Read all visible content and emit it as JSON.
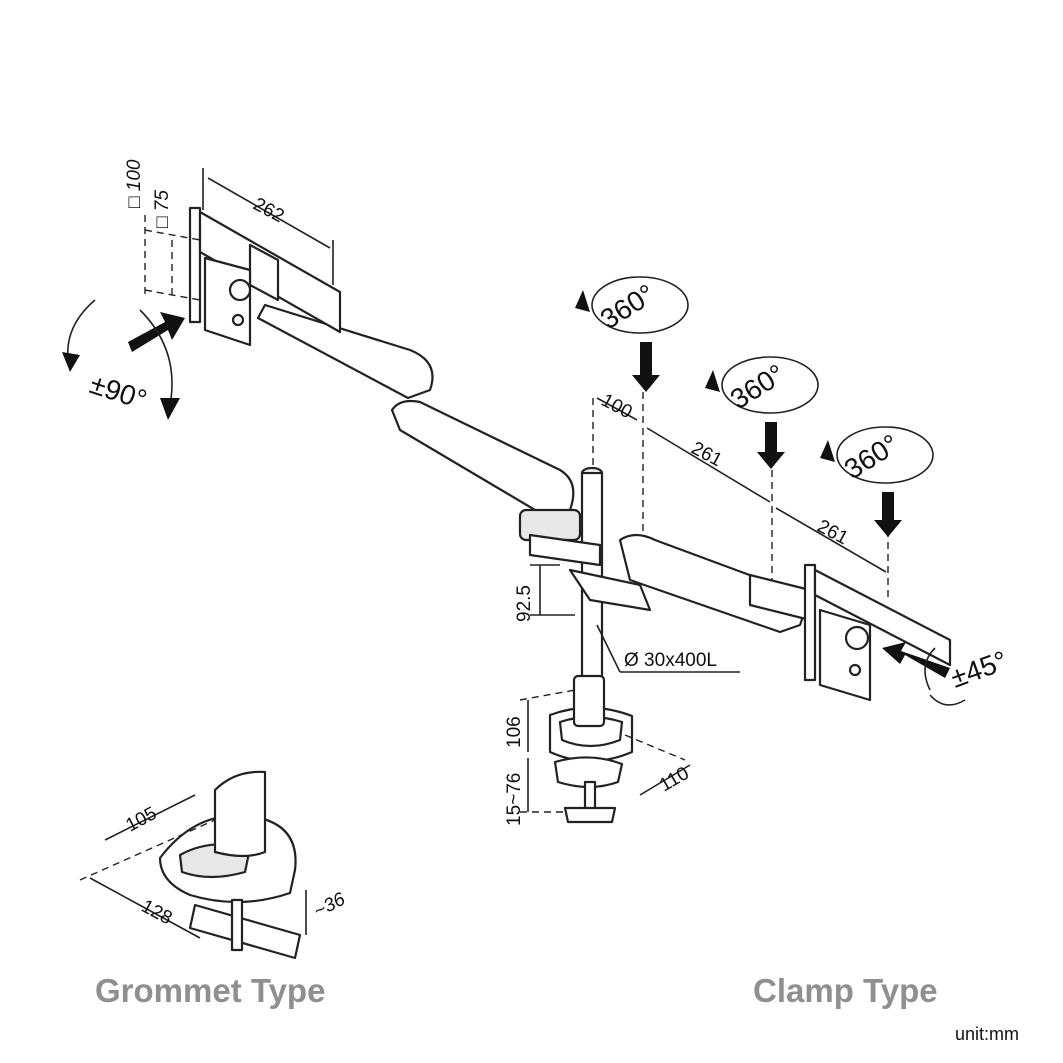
{
  "dimensions": {
    "vesa_100": "□ 100",
    "vesa_75": "□ 75",
    "width_262": "262",
    "offset_100": "100",
    "arm1_261": "261",
    "arm2_261": "261",
    "height_92_5": "92.5",
    "pole": "Ø 30x400L",
    "base_106": "106",
    "clamp_range": "15~76",
    "clamp_110": "110",
    "grommet_105": "105",
    "grommet_128": "128",
    "grommet_36": "~36"
  },
  "rotations": {
    "tilt": "±90°",
    "swivel_1": "360°",
    "swivel_2": "360°",
    "swivel_3": "360°",
    "tilt_side": "±45°"
  },
  "labels": {
    "grommet": "Grommet Type",
    "clamp": "Clamp Type",
    "unit": "unit:mm"
  }
}
